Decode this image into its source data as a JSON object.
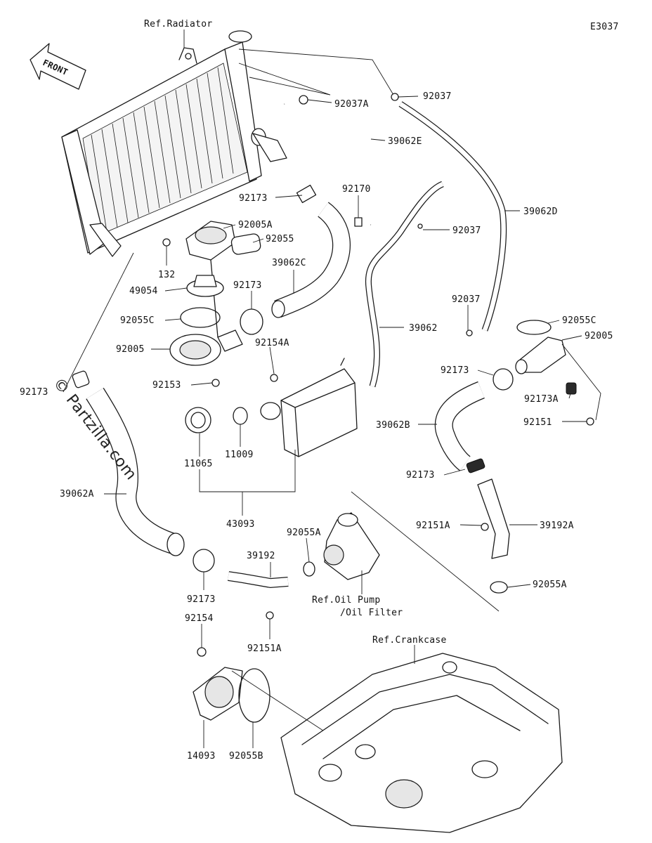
{
  "diagram_code": "E3037",
  "front_label": "FRONT",
  "watermark": "© Partzilla.com",
  "references": {
    "radiator": "Ref.Radiator",
    "oil_pump_line1": "Ref.Oil Pump",
    "oil_pump_line2": "/Oil Filter",
    "crankcase": "Ref.Crankcase"
  },
  "part_labels": [
    {
      "id": "p92037-top",
      "text": "92037"
    },
    {
      "id": "p92037A",
      "text": "92037A"
    },
    {
      "id": "p39062E",
      "text": "39062E"
    },
    {
      "id": "p92173-radiator",
      "text": "92173"
    },
    {
      "id": "p92170",
      "text": "92170"
    },
    {
      "id": "p92037-mid",
      "text": "92037"
    },
    {
      "id": "p39062D",
      "text": "39062D"
    },
    {
      "id": "p92005A",
      "text": "92005A"
    },
    {
      "id": "p92055",
      "text": "92055"
    },
    {
      "id": "p132",
      "text": "132"
    },
    {
      "id": "p49054",
      "text": "49054"
    },
    {
      "id": "p39062C",
      "text": "39062C"
    },
    {
      "id": "p92173-c",
      "text": "92173"
    },
    {
      "id": "p92055C-left",
      "text": "92055C"
    },
    {
      "id": "p92037-right",
      "text": "92037"
    },
    {
      "id": "p92055C-right",
      "text": "92055C"
    },
    {
      "id": "p92005-right",
      "text": "92005"
    },
    {
      "id": "p39062",
      "text": "39062"
    },
    {
      "id": "p92005-left",
      "text": "92005"
    },
    {
      "id": "p92154A",
      "text": "92154A"
    },
    {
      "id": "p92173-right",
      "text": "92173"
    },
    {
      "id": "p92153",
      "text": "92153"
    },
    {
      "id": "p92173-left",
      "text": "92173"
    },
    {
      "id": "p92173A",
      "text": "92173A"
    },
    {
      "id": "p92151",
      "text": "92151"
    },
    {
      "id": "p39062B",
      "text": "39062B"
    },
    {
      "id": "p11065",
      "text": "11065"
    },
    {
      "id": "p11009",
      "text": "11009"
    },
    {
      "id": "p92173-b",
      "text": "92173"
    },
    {
      "id": "p39062A",
      "text": "39062A"
    },
    {
      "id": "p43093",
      "text": "43093"
    },
    {
      "id": "p92151A-right",
      "text": "92151A"
    },
    {
      "id": "p39192A",
      "text": "39192A"
    },
    {
      "id": "p92055A-top",
      "text": "92055A"
    },
    {
      "id": "p39192",
      "text": "39192"
    },
    {
      "id": "p92055A-right",
      "text": "92055A"
    },
    {
      "id": "p92173-bottom",
      "text": "92173"
    },
    {
      "id": "p92154",
      "text": "92154"
    },
    {
      "id": "p92151A-bottom",
      "text": "92151A"
    },
    {
      "id": "p14093",
      "text": "14093"
    },
    {
      "id": "p92055B",
      "text": "92055B"
    }
  ]
}
